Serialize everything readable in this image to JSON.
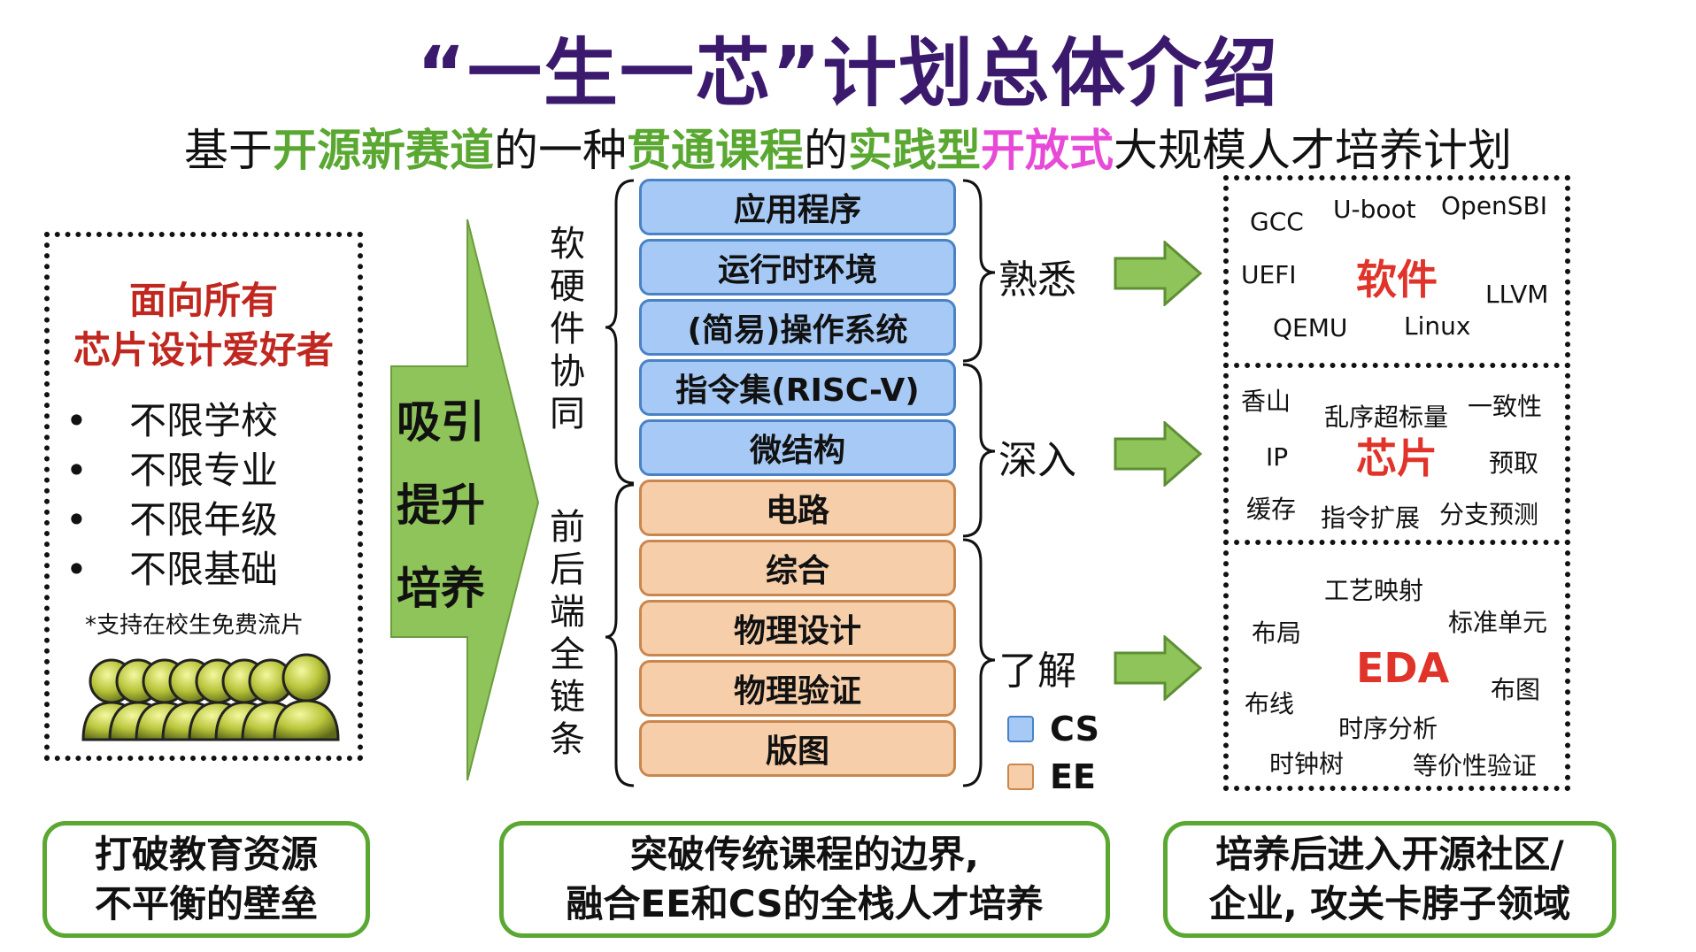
{
  "title": "“一生一芯”计划总体介绍",
  "subtitle": {
    "p1": "基于",
    "h1": "开源新赛道",
    "p2": "的一种",
    "h2": "贯通课程",
    "p3": "的",
    "h3": "实践型",
    "h4": "开放式",
    "p4": "大规模人才培养计划"
  },
  "audience": {
    "heading_line1": "面向所有",
    "heading_line2": "芯片设计爱好者",
    "bullets": [
      "不限学校",
      "不限专业",
      "不限年级",
      "不限基础"
    ],
    "note": "*支持在校生免费流片",
    "people_icon": "group-of-people-icon"
  },
  "arrow": {
    "lines": [
      "吸引",
      "提升",
      "培养"
    ],
    "color": "#8fc45a"
  },
  "side_labels": {
    "upper": [
      "软",
      "硬",
      "件",
      "协",
      "同"
    ],
    "lower": [
      "前",
      "后",
      "端",
      "全",
      "链",
      "条"
    ]
  },
  "stack": {
    "layers": [
      {
        "label": "应用程序",
        "kind": "CS"
      },
      {
        "label": "运行时环境",
        "kind": "CS"
      },
      {
        "label": "(简易)操作系统",
        "kind": "CS"
      },
      {
        "label": "指令集(RISC-V)",
        "kind": "CS"
      },
      {
        "label": "微结构",
        "kind": "CS"
      },
      {
        "label": "电路",
        "kind": "EE"
      },
      {
        "label": "综合",
        "kind": "EE"
      },
      {
        "label": "物理设计",
        "kind": "EE"
      },
      {
        "label": "物理验证",
        "kind": "EE"
      },
      {
        "label": "版图",
        "kind": "EE"
      }
    ],
    "cs_color": "#a6c9f5",
    "ee_color": "#f6ceaa"
  },
  "levels": [
    "熟悉",
    "深入",
    "了解"
  ],
  "legend": [
    {
      "label": "CS",
      "color": "#a6c9f5"
    },
    {
      "label": "EE",
      "color": "#f6ceaa"
    }
  ],
  "topics": {
    "software": {
      "hub": "软件",
      "words": [
        "GCC",
        "U-boot",
        "OpenSBI",
        "UEFI",
        "LLVM",
        "QEMU",
        "Linux"
      ]
    },
    "chip": {
      "hub": "芯片",
      "words": [
        "香山",
        "乱序超标量",
        "一致性",
        "IP",
        "预取",
        "缓存",
        "指令扩展",
        "分支预测"
      ]
    },
    "eda": {
      "hub": "EDA",
      "words": [
        "工艺映射",
        "布局",
        "标准单元",
        "布线",
        "布图",
        "时序分析",
        "时钟树",
        "等价性验证"
      ]
    }
  },
  "bottom": {
    "left": [
      "打破教育资源",
      "不平衡的壁垒"
    ],
    "middle": [
      "突破传统课程的边界,",
      "融合EE和CS的全栈人才培养"
    ],
    "right": [
      "培养后进入开源社区/",
      "企业, 攻关卡脖子领域"
    ]
  },
  "colors": {
    "title": "#3b1a6e",
    "highlight_green": "#5aa832",
    "highlight_magenta": "#e84ad8",
    "audience_red": "#c0271f",
    "hub_red": "#e0342a",
    "arrow_green": "#8fc45a"
  }
}
